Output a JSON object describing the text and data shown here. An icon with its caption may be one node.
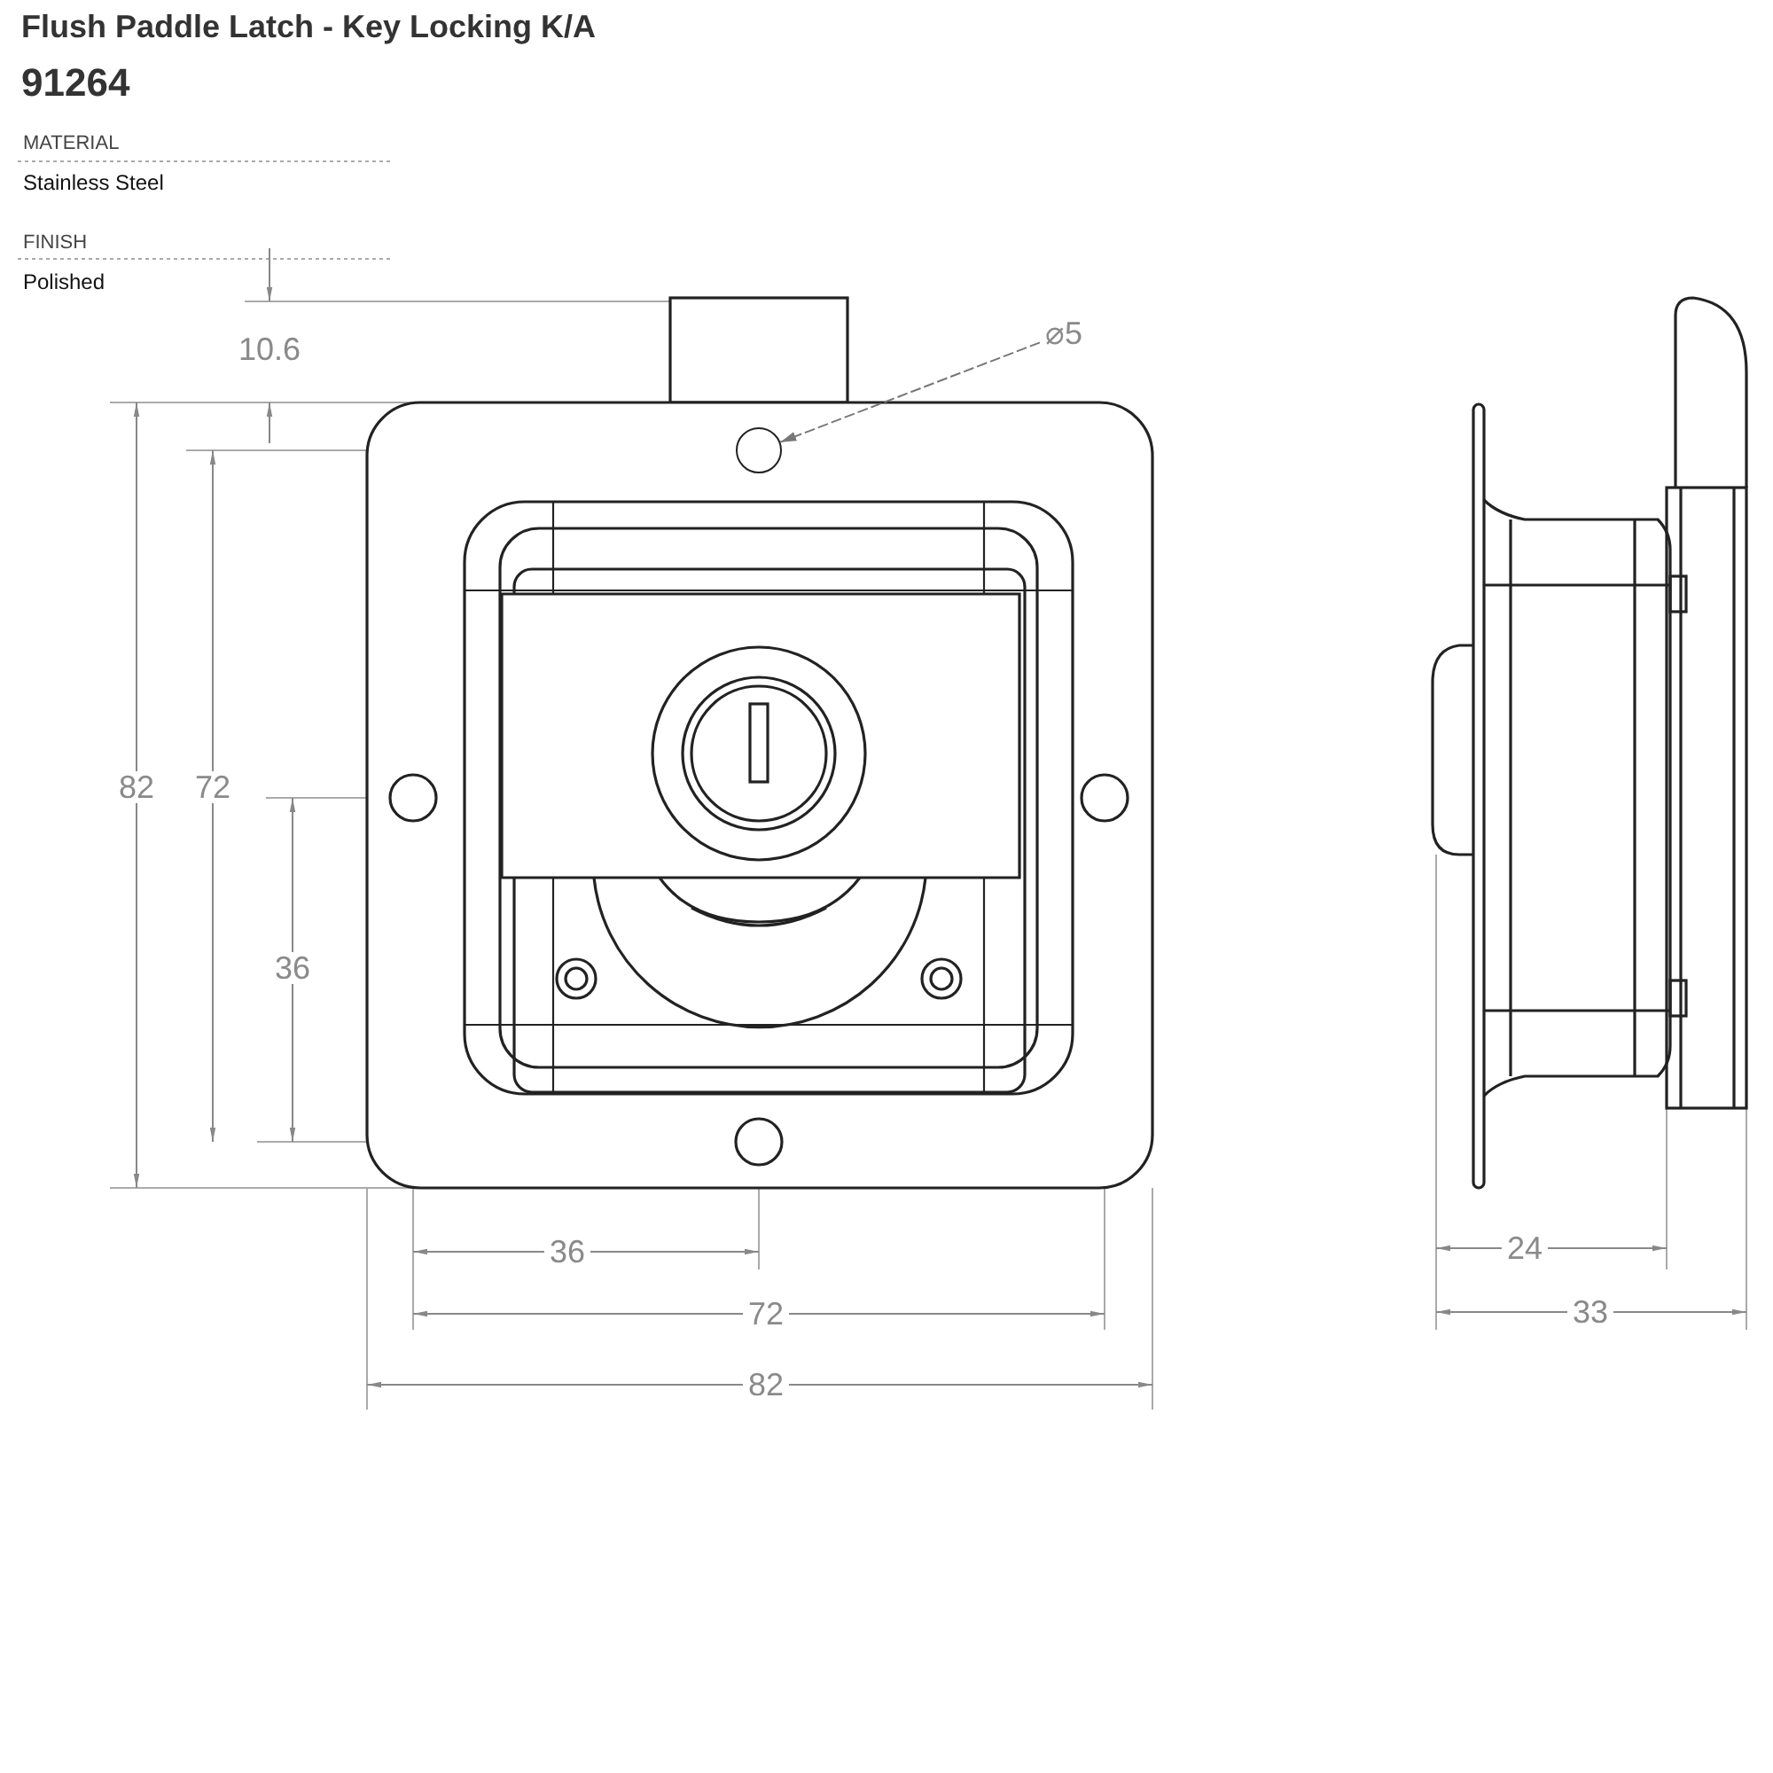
{
  "diagram": {
    "title": "Flush Paddle Latch - Key Locking K/A",
    "nodes": [
      {
        "text": [
          "⌀5"
        ]
      },
      {
        "text": [],
        "shape": "circle"
      }
    ],
    "edges": [
      {
        "from": 0,
        "to": 1,
        "arrow": "to"
      }
    ],
    "labels": [
      "91264",
      "MATERIAL",
      "Stainless Steel",
      "FINISH",
      "Polished",
      "10.6",
      "82",
      "72",
      "36",
      "36",
      "72",
      "82",
      "24",
      "33"
    ]
  }
}
